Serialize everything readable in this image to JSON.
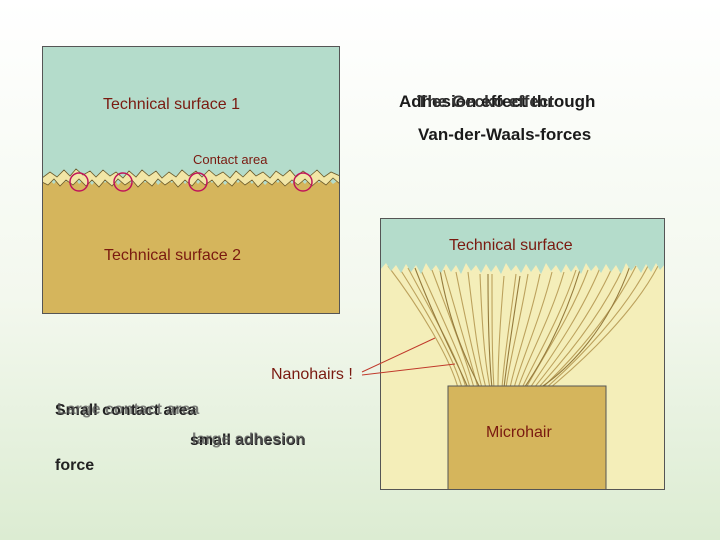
{
  "left_panel": {
    "surface1_label": "Technical surface 1",
    "contact_label": "Contact area",
    "surface2_label": "Technical surface 2"
  },
  "right_panel": {
    "title_line1_a": "Adhesion effect through",
    "title_line1_b": "The Gecko effect",
    "title_line2": "Van-der-Waals-forces",
    "surface_label": "Technical surface",
    "microhair_label": "Microhair",
    "nanohairs_label": "Nanohairs !"
  },
  "notes": {
    "line1_a": "Small contact area",
    "line1_b": "Large contact area",
    "line2_a": "small adhesion",
    "line2_b": "large adhesion",
    "line3": "force"
  },
  "colors": {
    "teal": "#b4dccb",
    "sand": "#d5b55c",
    "contact_pale": "#f2e6a6",
    "circle": "#c0145a",
    "label_red": "#7a1a10",
    "pointer": "#c0392b"
  }
}
